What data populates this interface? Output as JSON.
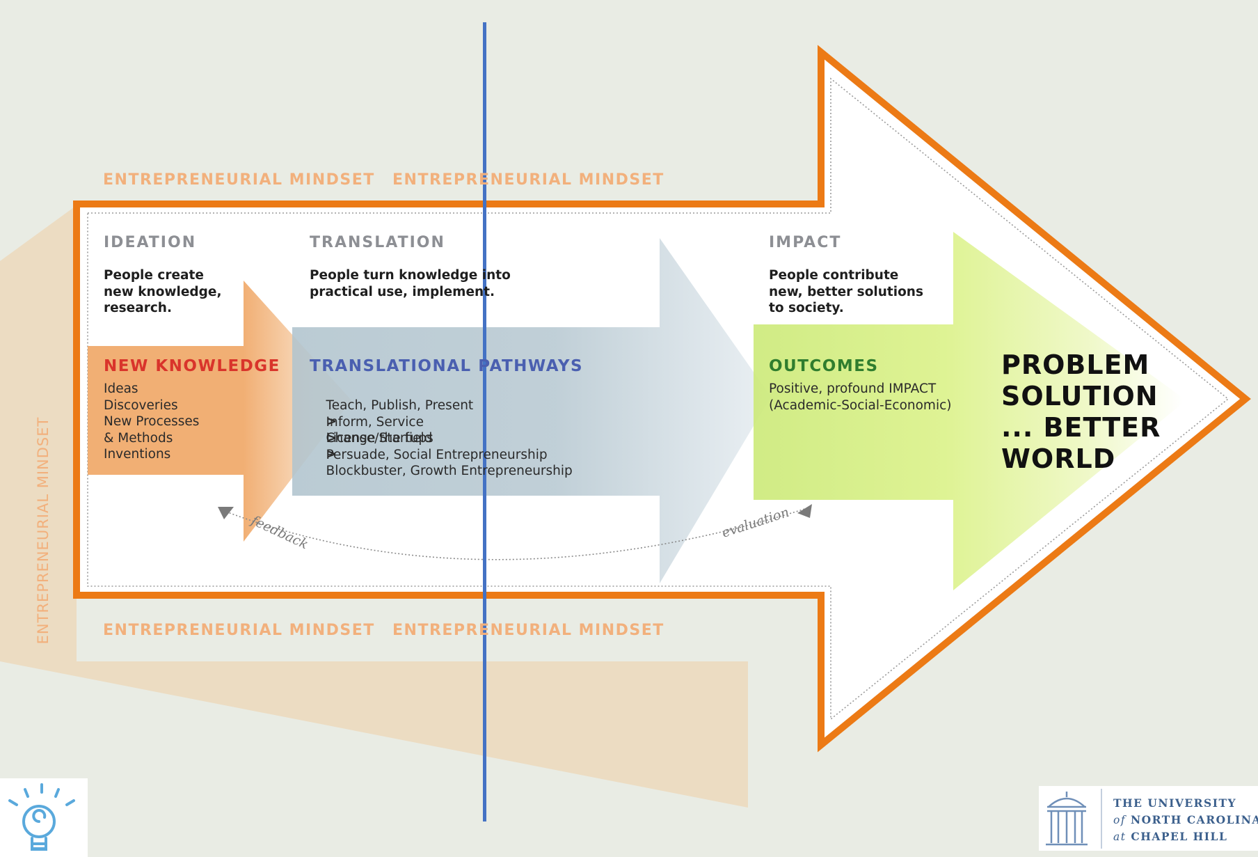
{
  "mindset_label": "ENTREPRENEURIAL MINDSET",
  "stages": {
    "ideation": {
      "title": "IDEATION",
      "description": "People create\nnew knowledge,\nresearch.",
      "header": "NEW KNOWLEDGE",
      "items": "Ideas\nDiscoveries\nNew Processes\n& Methods\nInventions"
    },
    "translation": {
      "title": "TRANSLATION",
      "description": "People turn knowledge into\npractical use, implement.",
      "header": "TRANSLATIONAL PATHWAYS",
      "pathways": [
        {
          "from": "Teach, Publish, Present",
          "to": "Change the field"
        },
        {
          "from": "Inform, Service",
          "to": "Persuade, Social Entrepreneurship"
        },
        {
          "from": "License/Startups",
          "to": "Blockbuster, Growth Entrepreneurship"
        }
      ],
      "arrow_symbol": ">"
    },
    "impact": {
      "title": "IMPACT",
      "description": "People contribute\nnew, better solutions\nto society.",
      "header": "OUTCOMES",
      "items": "Positive, profound IMPACT\n(Academic-Social-Economic)"
    }
  },
  "result": "PROBLEM\nSOLUTION\n... BETTER\nWORLD",
  "feedback_label": "feedback",
  "evaluation_label": "evaluation",
  "university_logo": {
    "line1": "THE UNIVERSITY",
    "line2_prefix": "of",
    "line2_rest": "NORTH CAROLINA",
    "line3_prefix": "at",
    "line3_rest": "CHAPEL HILL"
  },
  "colors": {
    "background": "#e9ece4",
    "big_arrow_border": "#ec7a15",
    "mindset_text": "#f2b07c",
    "mindset_band": "#ecdcc2",
    "knowledge_arrow": "#f0a868",
    "pathways_arrow": "#b4c6d0",
    "outcomes_arrow": "#daf28a",
    "new_knowledge_header": "#d9342b",
    "pathways_header": "#4a5fb0",
    "outcomes_header": "#2f7d2e",
    "stage_title": "#8d8f94",
    "divider_line": "#4472c4",
    "unc_blue": "#3b5f8c"
  }
}
